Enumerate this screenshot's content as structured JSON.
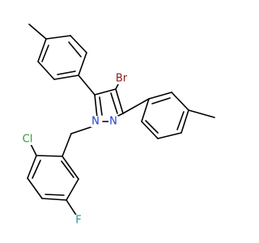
{
  "atoms": {
    "br": {
      "text": "Br",
      "color": "#8b1a1a"
    },
    "n1": {
      "text": "N",
      "color": "#1f3fd0"
    },
    "n2": {
      "text": "N",
      "color": "#1f3fd0"
    },
    "cl": {
      "text": "Cl",
      "color": "#2e9b2e"
    },
    "f": {
      "text": "F",
      "color": "#1b9a8f"
    }
  }
}
